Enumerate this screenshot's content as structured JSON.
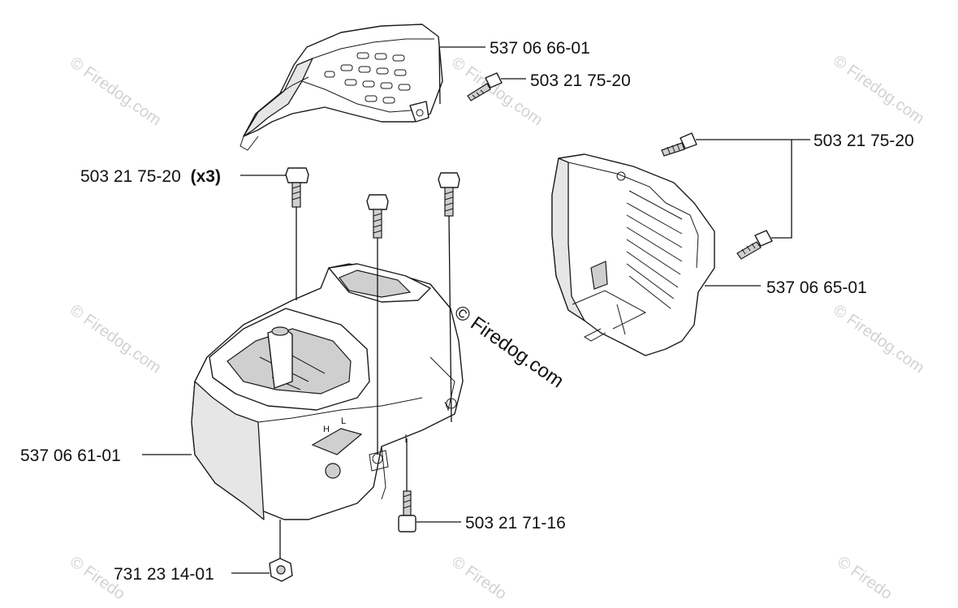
{
  "parts": {
    "upper_cover": "537 06 66-01",
    "upper_cover_screw": "503 21 75-20",
    "cylinder_cover_screw": "503 21 75-20",
    "cylinder_cover_screw_qty": "(x3)",
    "muffler_cover_screw": "503 21 75-20",
    "muffler_cover": "537 06 65-01",
    "cylinder_cover": "537 06 61-01",
    "socket_screw": "503 21 71-16",
    "nut": "731 23 14-01"
  },
  "watermark": {
    "center": "© Firedog.com",
    "tile": "© Firedog.com",
    "tile_partial": "© Firedo"
  }
}
